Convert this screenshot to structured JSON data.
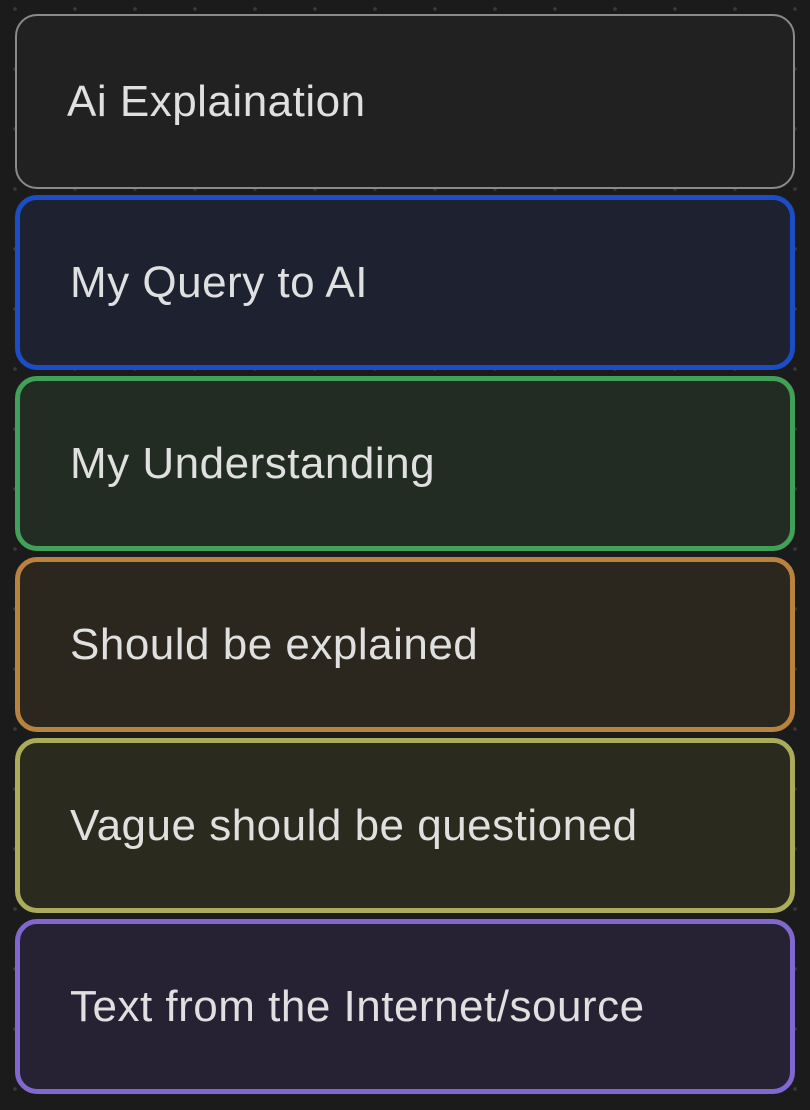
{
  "canvas": {
    "background_color": "#1b1b1b",
    "dot_color": "#383838",
    "text_color": "#e0e0e0"
  },
  "cards": [
    {
      "label": "Ai Explaination",
      "border_color": "#8a8a8a",
      "border_width": "2px",
      "background_color": "#212121"
    },
    {
      "label": "My Query to AI",
      "border_color": "#1d4cc7",
      "border_width": "5px",
      "background_color": "#1d2130"
    },
    {
      "label": "My Understanding",
      "border_color": "#42a159",
      "border_width": "5px",
      "background_color": "#222c23"
    },
    {
      "label": "Should be explained",
      "border_color": "#b8823f",
      "border_width": "5px",
      "background_color": "#2b261e"
    },
    {
      "label": "Vague should be questioned",
      "border_color": "#abab5c",
      "border_width": "5px",
      "background_color": "#2a2a1f"
    },
    {
      "label": "Text from the Internet/source",
      "border_color": "#8168cf",
      "border_width": "5px",
      "background_color": "#262233"
    }
  ]
}
